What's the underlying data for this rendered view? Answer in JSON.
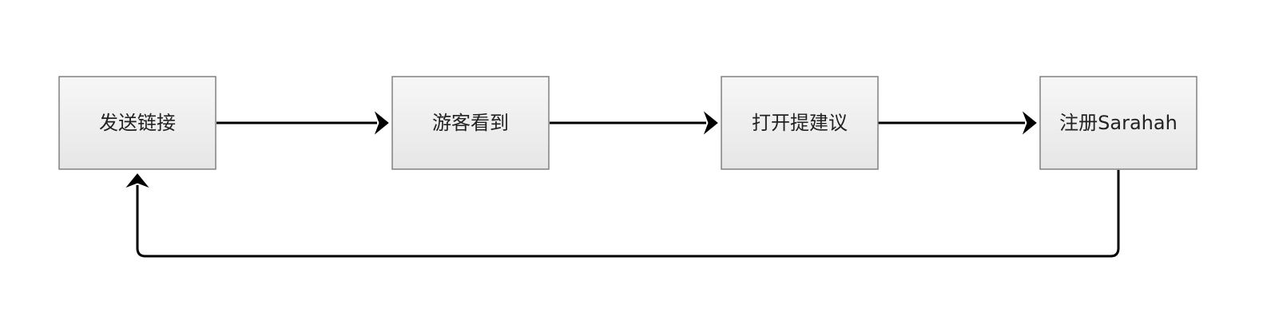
{
  "diagram": {
    "nodes": [
      {
        "id": "send-link",
        "label": "发送链接"
      },
      {
        "id": "visitor-sees",
        "label": "游客看到"
      },
      {
        "id": "open-suggestion",
        "label": "打开提建议"
      },
      {
        "id": "register-sarahah",
        "label": "注册Sarahah"
      }
    ],
    "edges": [
      {
        "from": "send-link",
        "to": "visitor-sees"
      },
      {
        "from": "visitor-sees",
        "to": "open-suggestion"
      },
      {
        "from": "open-suggestion",
        "to": "register-sarahah"
      },
      {
        "from": "register-sarahah",
        "to": "send-link"
      }
    ],
    "colors": {
      "node_fill_top": "#f7f7f7",
      "node_fill_bottom": "#e6e6e6",
      "node_stroke": "#808080",
      "edge": "#000000",
      "text": "#222222"
    }
  }
}
